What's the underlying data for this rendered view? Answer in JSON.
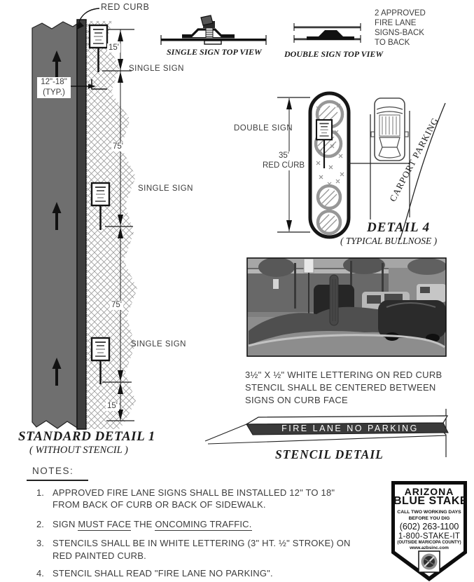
{
  "detail1": {
    "red_curb": "RED CURB",
    "offset_line1": "12\"-18\"",
    "offset_line2": "(TYP.)",
    "dims": [
      "15'",
      "75'",
      "75'",
      "15'"
    ],
    "single_sign_labels": [
      "SINGLE SIGN",
      "SINGLE SIGN",
      "SINGLE SIGN"
    ],
    "title": "STANDARD DETAIL 1",
    "subtitle": "( WITHOUT STENCIL )"
  },
  "top_views": {
    "single_caption": "SINGLE SIGN TOP VIEW",
    "double_caption": "DOUBLE SIGN TOP VIEW",
    "approved_lines": [
      "2 APPROVED",
      "FIRE LANE",
      "SIGNS-BACK",
      "TO BACK"
    ]
  },
  "detail4": {
    "double_sign": "DOUBLE SIGN",
    "dim_value": "35'",
    "dim_label": "RED CURB",
    "carport": "CARPORT PARKING",
    "title": "DETAIL 4",
    "subtitle": "( TYPICAL BULLNOSE )"
  },
  "stencil": {
    "caption_lines": [
      "3½\" X ½\" WHITE LETTERING ON RED CURB",
      "STENCIL SHALL BE CENTERED BETWEEN",
      "SIGNS ON CURB FACE"
    ],
    "text": "FIRE LANE NO PARKING",
    "title": "STENCIL DETAIL"
  },
  "notes": {
    "heading": "NOTES:",
    "item1": {
      "num": "1.",
      "line1": "APPROVED FIRE LANE SIGNS SHALL BE INSTALLED 12\" TO 18\"",
      "line2": "FROM BACK OF CURB OR BACK OF SIDEWALK."
    },
    "item2": {
      "num": "2.",
      "pre": "SIGN ",
      "u1": "MUST FACE",
      "mid": " THE ",
      "u2": "ONCOMING TRAFFIC."
    },
    "item3": {
      "num": "3.",
      "line1": "STENCILS SHALL BE IN WHITE LETTERING (3\" HT. ½\" STROKE) ON",
      "line2": "RED PAINTED CURB."
    },
    "item4": {
      "num": "4.",
      "line1": "STENCIL SHALL READ \"FIRE LANE NO PARKING\"."
    }
  },
  "badge": {
    "name_line1": "ARIZONA",
    "name_line2": "BLUE STAKE",
    "tagline1": "CALL TWO WORKING DAYS",
    "tagline2": "BEFORE YOU DIG",
    "phone1": "(602) 263-1100",
    "phone2": "1-800-STAKE-IT",
    "note": "(OUTSIDE MARICOPA COUNTY)",
    "web": "www.azbsinc.com"
  },
  "colors": {
    "drawing_line": "#1c1c1c",
    "road_gray": "#6f6f6f",
    "curb_gray": "#3e3e3e",
    "hatch_gray": "#9b9b9b",
    "stencil_face": "#3a3a3a"
  }
}
